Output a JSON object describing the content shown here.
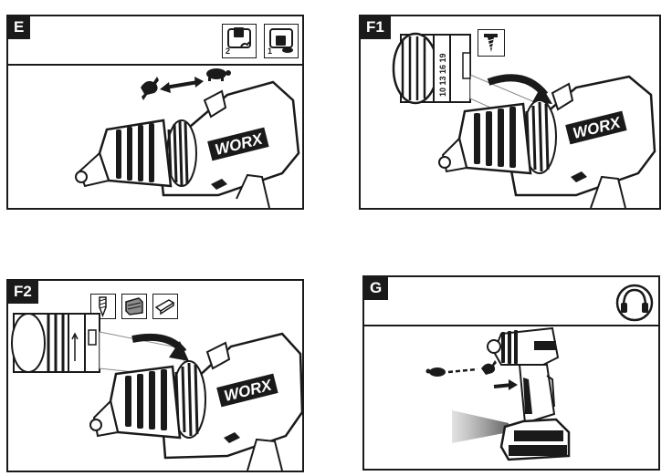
{
  "panels": {
    "e": {
      "tag": "E",
      "gear_low": "2",
      "gear_high": "1",
      "brand": "WORX",
      "icons": [
        "rabbit-icon",
        "turtle-icon",
        "double-arrow-icon"
      ]
    },
    "f1": {
      "tag": "F1",
      "collar_numbers": "10 13 16 19",
      "brand": "WORX",
      "icons": [
        "screw-icon",
        "rotate-arrow-icon"
      ]
    },
    "f2": {
      "tag": "F2",
      "brand": "WORX",
      "icons": [
        "drill-bit-icon",
        "wood-icon",
        "metal-icon"
      ]
    },
    "g": {
      "tag": "G",
      "icons": [
        "ear-protection-icon",
        "turtle-icon",
        "rabbit-icon",
        "trigger-arrow-icon",
        "light-beam-icon"
      ]
    }
  },
  "colors": {
    "ink": "#1a1a1a",
    "paper": "#ffffff",
    "shade": "#8c8c8c"
  }
}
